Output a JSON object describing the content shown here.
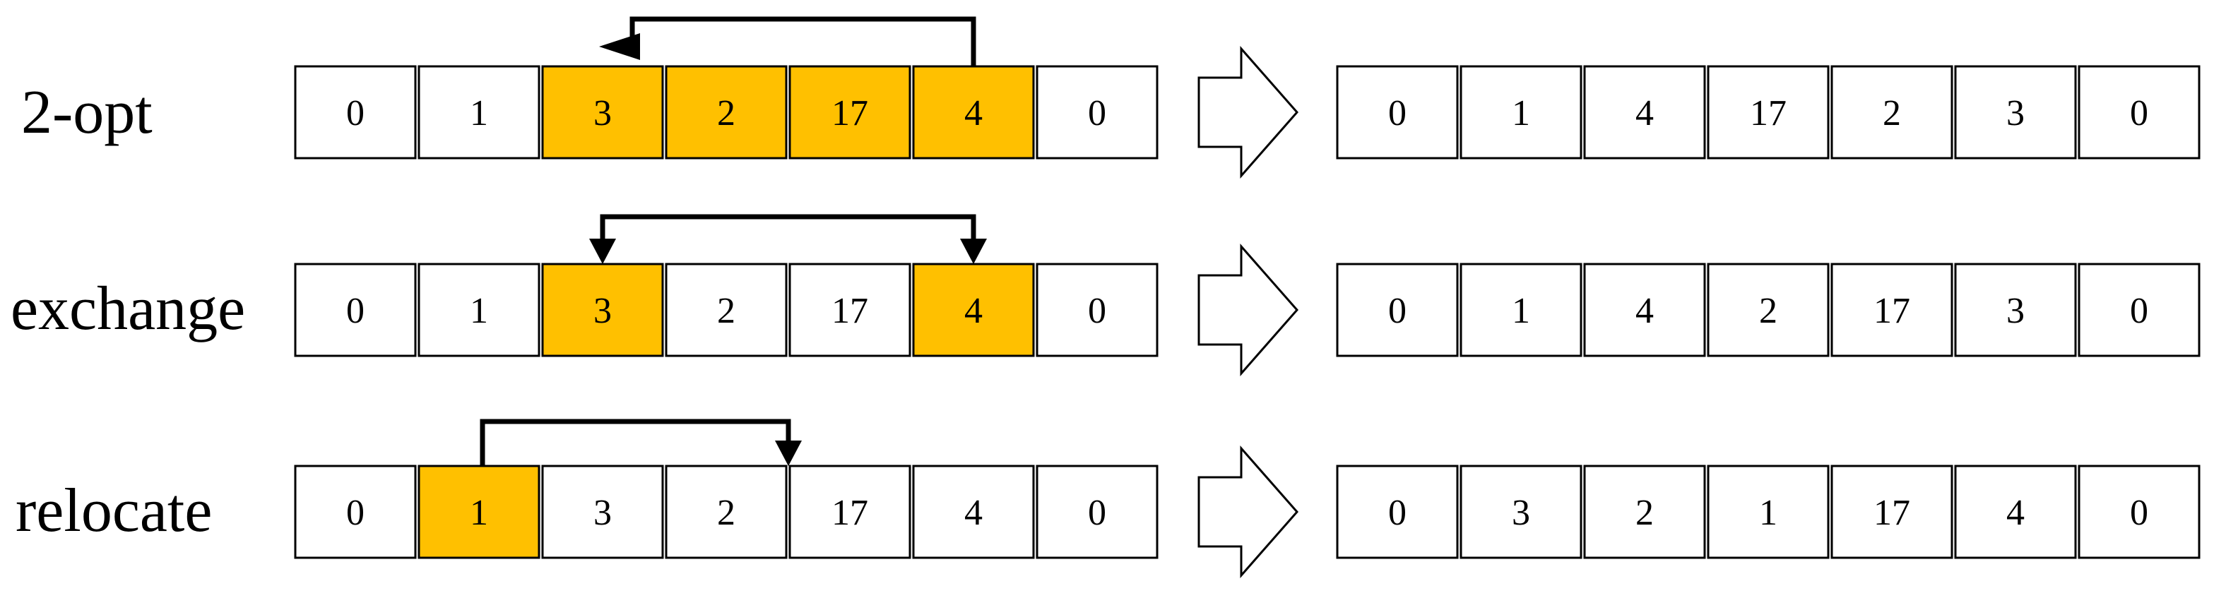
{
  "highlight_color": "#FFC000",
  "rows": [
    {
      "label": "2-opt",
      "before": [
        "0",
        "1",
        "3",
        "2",
        "17",
        "4",
        "0"
      ],
      "highlight": [
        2,
        3,
        4,
        5
      ],
      "after": [
        "0",
        "1",
        "4",
        "17",
        "2",
        "3",
        "0"
      ],
      "move_icon": "reverse-segment-arrow-icon"
    },
    {
      "label": "exchange",
      "before": [
        "0",
        "1",
        "3",
        "2",
        "17",
        "4",
        "0"
      ],
      "highlight": [
        2,
        5
      ],
      "after": [
        "0",
        "1",
        "4",
        "2",
        "17",
        "3",
        "0"
      ],
      "move_icon": "swap-bracket-arrow-icon"
    },
    {
      "label": "relocate",
      "before": [
        "0",
        "1",
        "3",
        "2",
        "17",
        "4",
        "0"
      ],
      "highlight": [
        1
      ],
      "after": [
        "0",
        "3",
        "2",
        "1",
        "17",
        "4",
        "0"
      ],
      "move_icon": "relocate-bracket-arrow-icon"
    }
  ],
  "transform_icon": "right-block-arrow-icon"
}
